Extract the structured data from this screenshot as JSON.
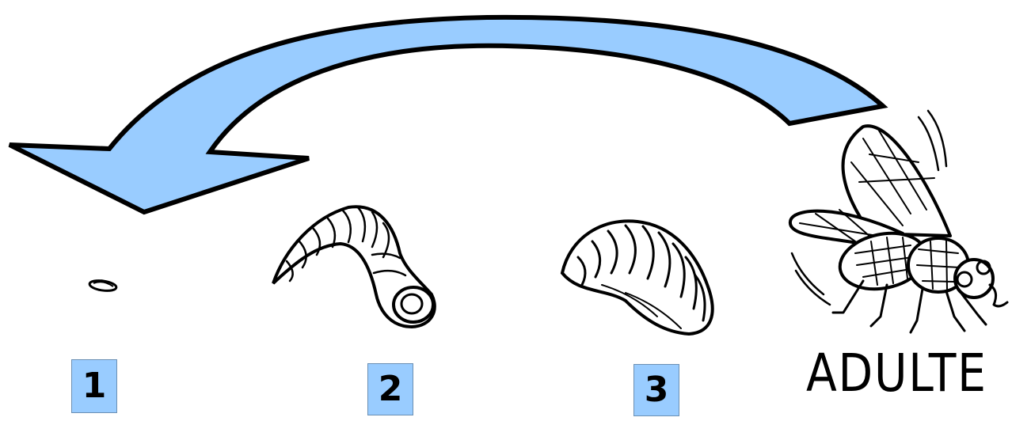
{
  "diagram": {
    "arrow_fill": "#99ccff",
    "arrow_stroke": "#000000",
    "stages": [
      {
        "label": "1",
        "depicts": "egg"
      },
      {
        "label": "2",
        "depicts": "larva"
      },
      {
        "label": "3",
        "depicts": "pupa"
      },
      {
        "label": "ADULTE",
        "depicts": "adult-fly"
      }
    ]
  }
}
